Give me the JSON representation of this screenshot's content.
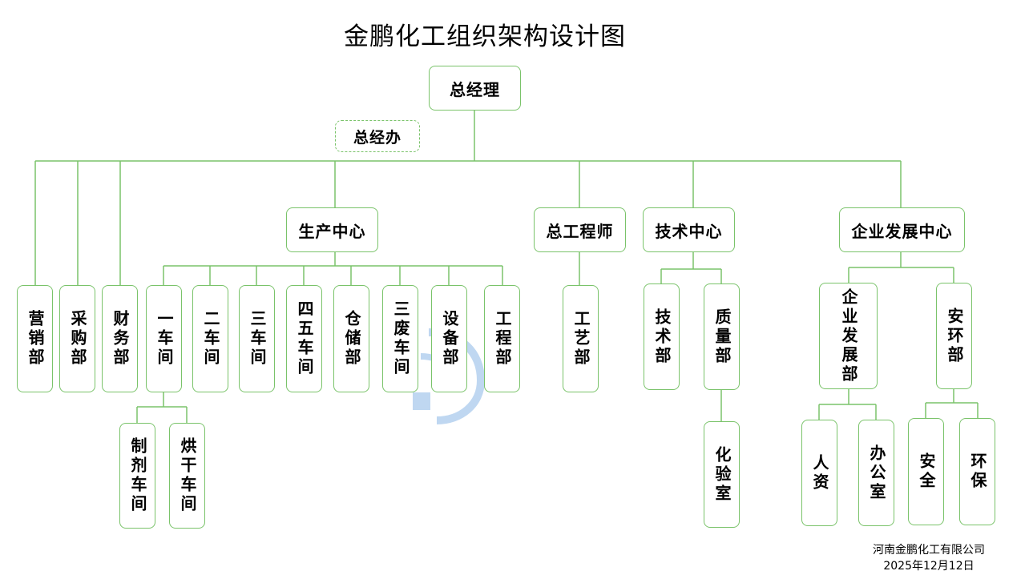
{
  "title": "金鹏化工组织架构设计图",
  "nodes": {
    "gm": "总经理",
    "gm_office": "总经办",
    "sales": "营销部",
    "purchase": "采购部",
    "finance": "财务部",
    "production_center": "生产中心",
    "ws1": "一车间",
    "ws2": "二车间",
    "ws3": "三车间",
    "ws45": "四五车间",
    "warehouse": "仓储部",
    "waste_ws": "三废车间",
    "equipment": "设备部",
    "engineering": "工程部",
    "prep_ws": "制剂车间",
    "dry_ws": "烘干车间",
    "chief_engineer": "总工程师",
    "process": "工艺部",
    "tech_center": "技术中心",
    "tech_dept": "技术部",
    "quality": "质量部",
    "lab": "化验室",
    "dev_center": "企业发展中心",
    "dev_dept": "企业发展部",
    "ehs": "安环部",
    "hr": "人资",
    "office": "办公室",
    "safety": "安全",
    "environment": "环保"
  },
  "footer": {
    "company": "河南金鹏化工有限公司",
    "date": "2025年12月12日"
  },
  "colors": {
    "border": "#7ac36a",
    "line": "#7ac36a"
  }
}
